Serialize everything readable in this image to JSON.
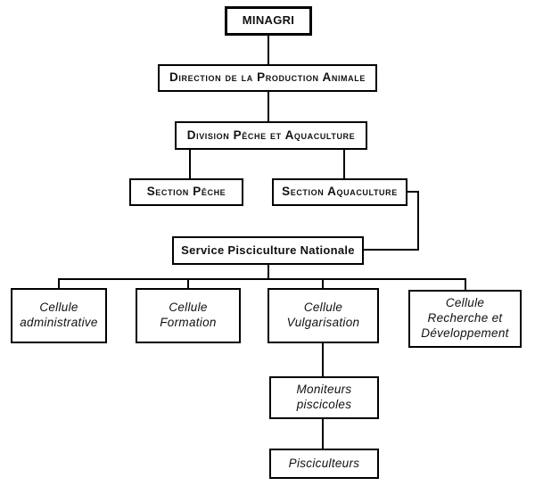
{
  "org_chart": {
    "type": "org-hierarchy",
    "nodes": {
      "minagri": {
        "label": "MINAGRI"
      },
      "direction": {
        "label": "Direction de la Production Animale"
      },
      "division": {
        "label": "Division Pêche et Aquaculture"
      },
      "section_peche": {
        "label": "Section Pêche"
      },
      "section_aquaculture": {
        "label": "Section Aquaculture"
      },
      "service": {
        "label": "Service Pisciculture Nationale"
      },
      "cellule_administrative": {
        "lines": [
          "Cellule",
          "administrative"
        ]
      },
      "cellule_formation": {
        "lines": [
          "Cellule",
          "Formation"
        ]
      },
      "cellule_vulgarisation": {
        "lines": [
          "Cellule",
          "Vulgarisation"
        ]
      },
      "cellule_recherche": {
        "lines": [
          "Cellule",
          "Recherche et",
          "Développement"
        ]
      },
      "moniteurs": {
        "lines": [
          "Moniteurs",
          "piscicoles"
        ]
      },
      "pisciculteurs": {
        "label": "Pisciculteurs"
      }
    },
    "edges": [
      [
        "minagri",
        "direction"
      ],
      [
        "direction",
        "division"
      ],
      [
        "division",
        "section_peche"
      ],
      [
        "division",
        "section_aquaculture"
      ],
      [
        "section_aquaculture",
        "service"
      ],
      [
        "service",
        "cellule_administrative"
      ],
      [
        "service",
        "cellule_formation"
      ],
      [
        "service",
        "cellule_vulgarisation"
      ],
      [
        "service",
        "cellule_recherche"
      ],
      [
        "cellule_vulgarisation",
        "moniteurs"
      ],
      [
        "moniteurs",
        "pisciculteurs"
      ]
    ]
  },
  "colors": {
    "background": "#ffffff",
    "line": "#000000",
    "text": "#111111"
  }
}
